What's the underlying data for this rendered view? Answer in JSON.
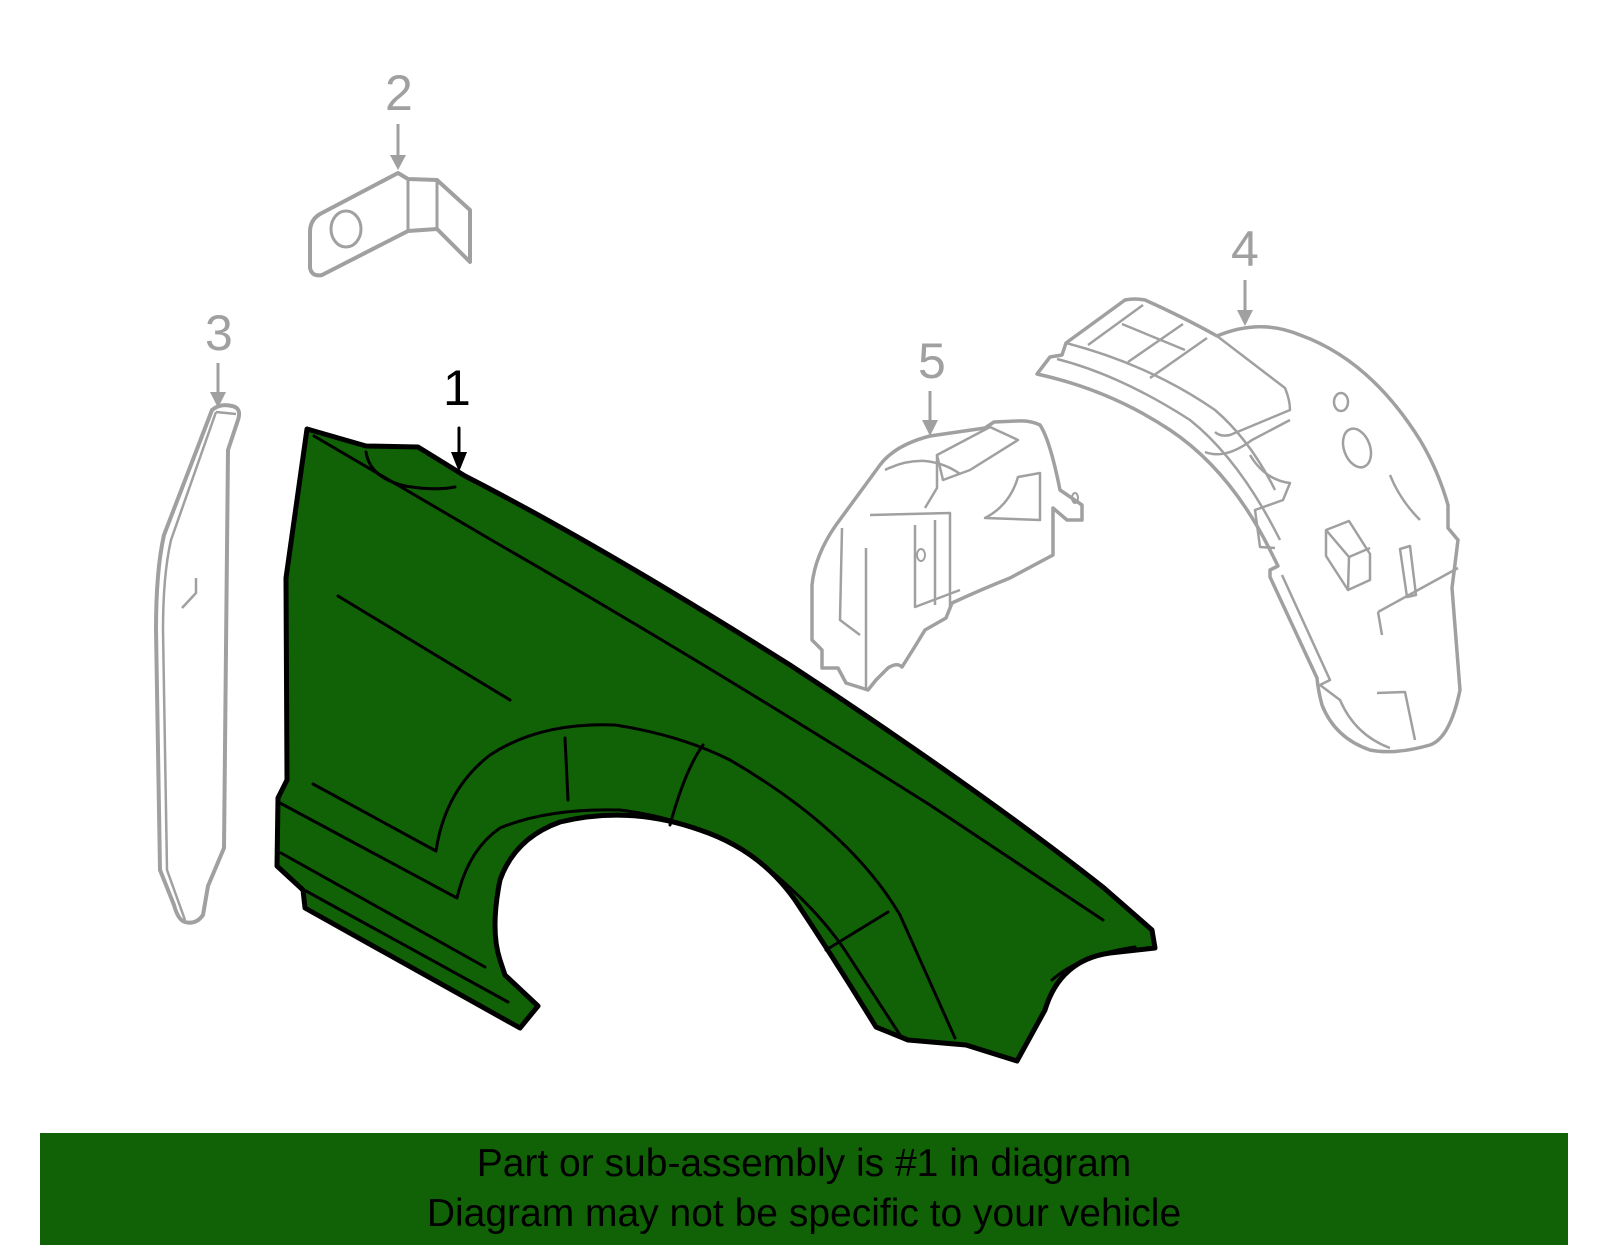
{
  "diagram": {
    "highlight_color": "#116206",
    "outline_color": "#000000",
    "other_parts_color": "#a0a0a0",
    "callouts": [
      {
        "number": "1",
        "part": "fender",
        "highlighted": true
      },
      {
        "number": "2",
        "part": "bracket",
        "highlighted": false
      },
      {
        "number": "3",
        "part": "seal",
        "highlighted": false
      },
      {
        "number": "4",
        "part": "fender liner",
        "highlighted": false
      },
      {
        "number": "5",
        "part": "splash shield",
        "highlighted": false
      }
    ]
  },
  "banner": {
    "line1": "Part or sub-assembly is #1 in diagram",
    "line2": "Diagram may not be specific to your vehicle",
    "background": "#116206"
  }
}
